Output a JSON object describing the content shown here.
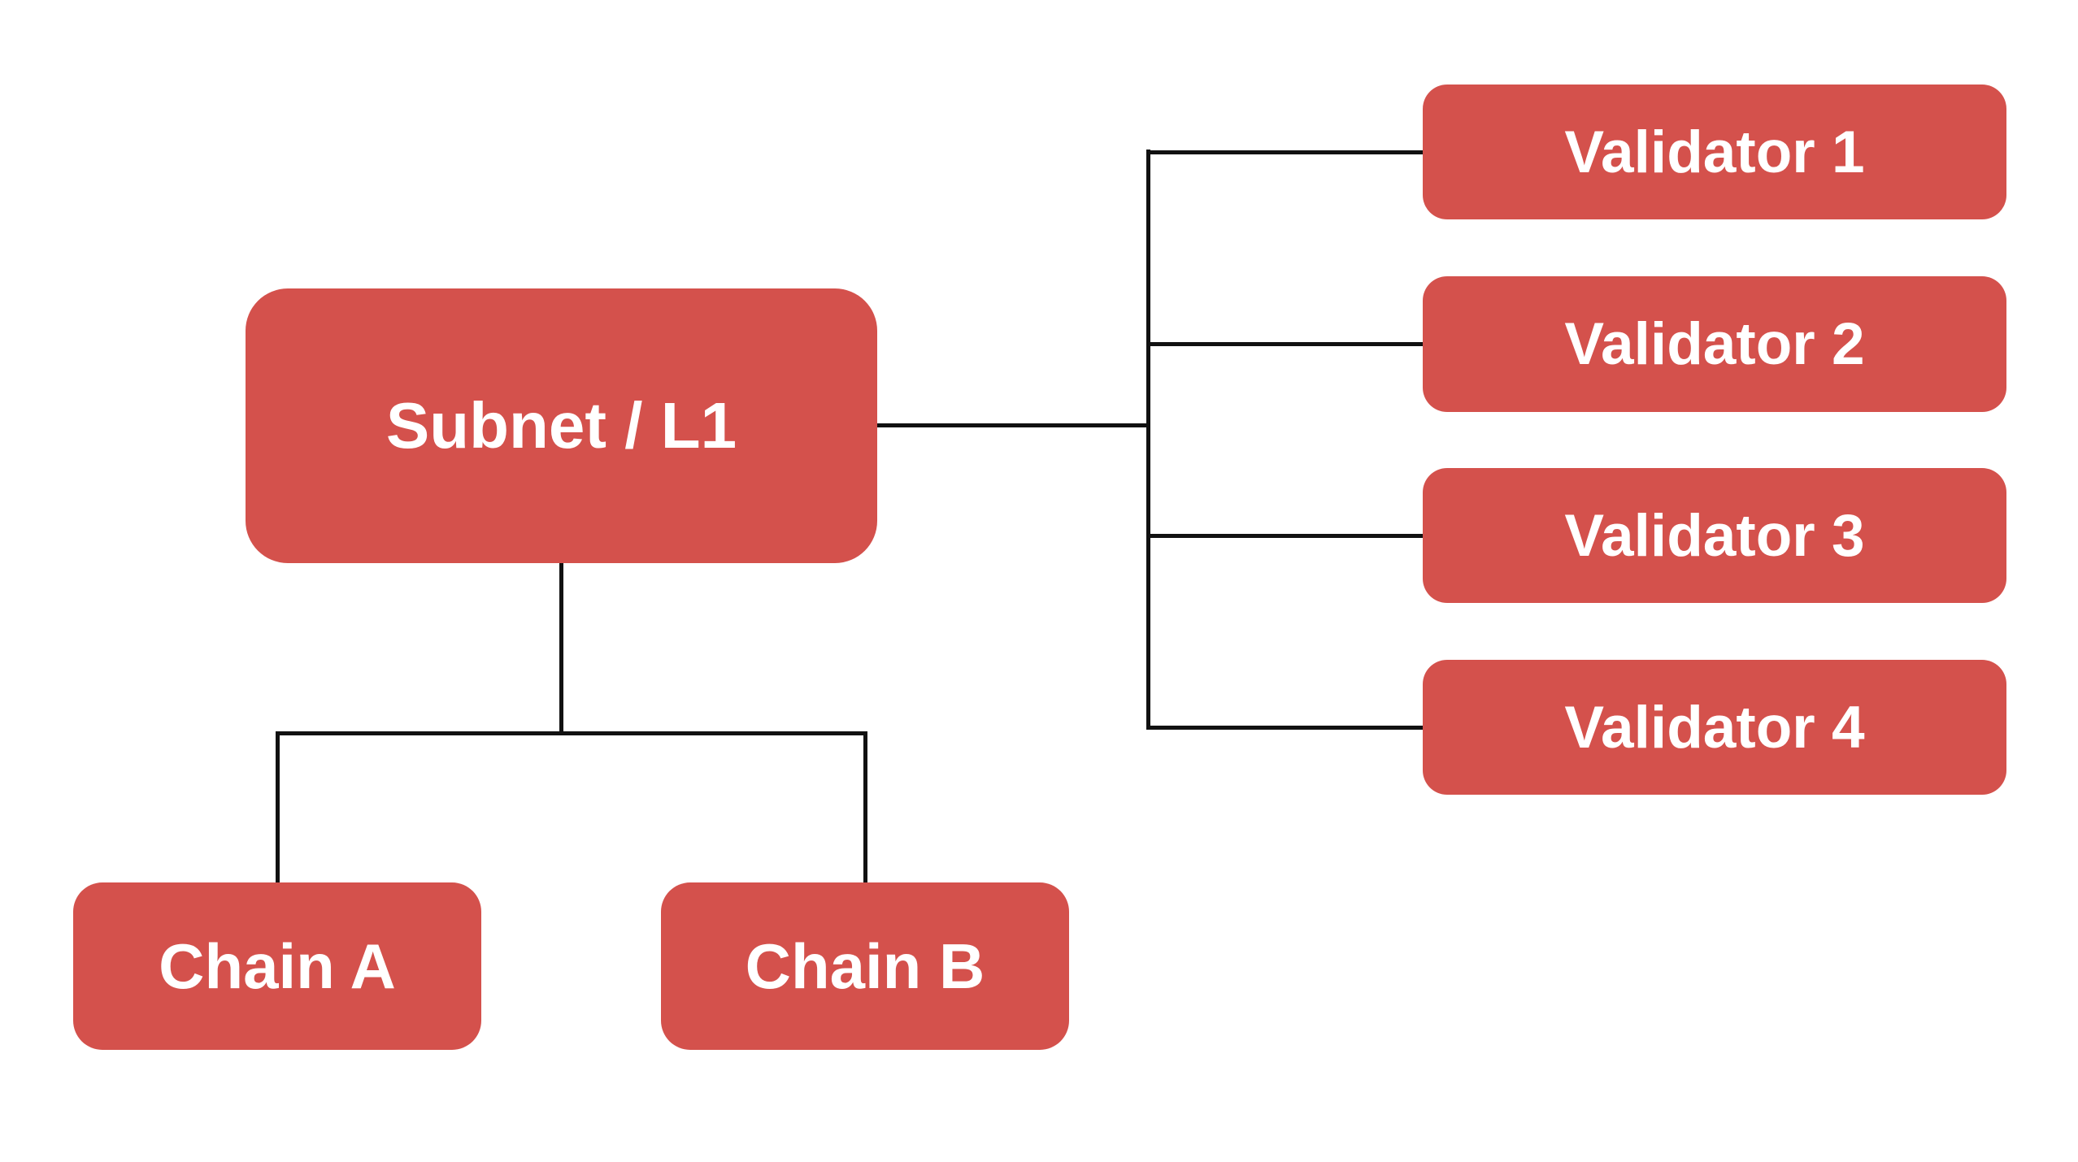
{
  "diagram": {
    "type": "flowchart",
    "background": "#ffffff",
    "colors": {
      "node-fill": "#d4514c",
      "node-text": "#ffffff",
      "edge": "#111111",
      "background": "#ffffff"
    },
    "nodes": {
      "subnet": {
        "label": "Subnet / L1"
      },
      "validator1": {
        "label": "Validator 1"
      },
      "validator2": {
        "label": "Validator 2"
      },
      "validator3": {
        "label": "Validator 3"
      },
      "validator4": {
        "label": "Validator 4"
      },
      "chain_a": {
        "label": "Chain A"
      },
      "chain_b": {
        "label": "Chain B"
      }
    },
    "edges": [
      {
        "from": "subnet",
        "to": "validator1"
      },
      {
        "from": "subnet",
        "to": "validator2"
      },
      {
        "from": "subnet",
        "to": "validator3"
      },
      {
        "from": "subnet",
        "to": "validator4"
      },
      {
        "from": "subnet",
        "to": "chain_a"
      },
      {
        "from": "subnet",
        "to": "chain_b"
      }
    ]
  }
}
